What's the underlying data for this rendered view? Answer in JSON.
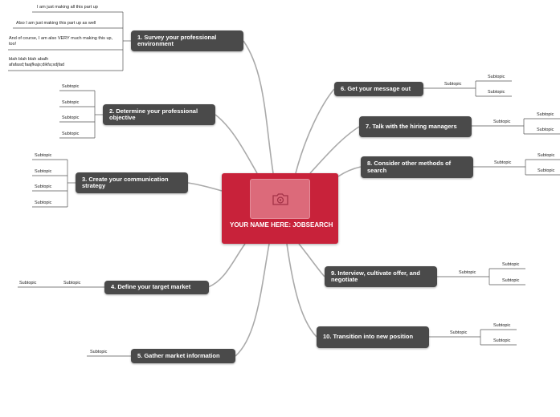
{
  "central": {
    "title": "YOUR  NAME HERE: JOBSEARCH",
    "icon": "camera-icon",
    "color": "#c8223a"
  },
  "topics": [
    {
      "id": "t1",
      "label": "1. Survey your professional environment"
    },
    {
      "id": "t2",
      "label": "2. Determine your professional objective"
    },
    {
      "id": "t3",
      "label": "3.  Create your communication strategy"
    },
    {
      "id": "t4",
      "label": "4.  Define your target market"
    },
    {
      "id": "t5",
      "label": "5. Gather market information"
    },
    {
      "id": "t6",
      "label": "6. Get your message out"
    },
    {
      "id": "t7",
      "label": "7. Talk with the hiring managers"
    },
    {
      "id": "t8",
      "label": "8. Consider other methods of search"
    },
    {
      "id": "t9",
      "label": "9.  Interview, cultivate offer, and negotiate"
    },
    {
      "id": "t10",
      "label": "10. Transition into new position"
    }
  ],
  "notes": [
    "I am just making all this part up",
    "Also I am just making this part up as well",
    "And of course, I am also VERY much making this up, too!",
    "blah blah blah abalh afafasd;faajfkajs;dikfa;sdjfad"
  ],
  "subtopic_label": "Subtopic",
  "colors": {
    "topic_bg": "#4a4a4a",
    "central_bg": "#c8223a",
    "line": "#aaaaaa"
  }
}
